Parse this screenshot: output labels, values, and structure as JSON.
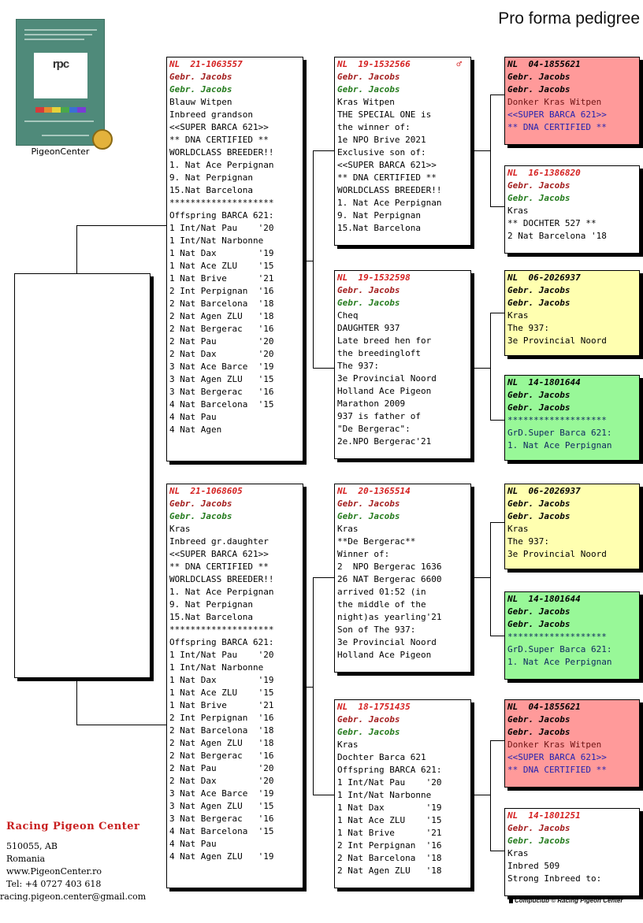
{
  "header": {
    "title": "Pro forma pedigree"
  },
  "logo": {
    "mark_text": "rpc",
    "caption": "PigeonCenter"
  },
  "colors": {
    "ring": "#d41f1f",
    "breeder_primary": "#a21d1d",
    "breeder_secondary": "#237a1c",
    "red_card": "#ff9a9a",
    "yellow_card": "#ffffb0",
    "green_card": "#98f898"
  },
  "cards": {
    "sire": {
      "ring": "NL  21-1063557",
      "sex_symbol": "",
      "breeder1": "Gebr. Jacobs",
      "breeder2": "Gebr. Jacobs",
      "lines": [
        "Blauw Witpen",
        "Inbreed grandson",
        "<<SUPER BARCA 621>>",
        "** DNA CERTIFIED **",
        "WORLDCLASS BREEDER!!",
        "1. Nat Ace Perpignan",
        "9. Nat Perpignan",
        "15.Nat Barcelona",
        "********************",
        "Offspring BARCA 621:",
        "1 Int/Nat Pau    '20",
        "1 Int/Nat Narbonne",
        "1 Nat Dax        '19",
        "1 Nat Ace ZLU    '15",
        "1 Nat Brive      '21",
        "2 Int Perpignan  '16",
        "2 Nat Barcelona  '18",
        "2 Nat Agen ZLU   '18",
        "2 Nat Bergerac   '16",
        "2 Nat Pau        '20",
        "2 Nat Dax        '20",
        "3 Nat Ace Barce  '19",
        "3 Nat Agen ZLU   '15",
        "3 Nat Bergerac   '16",
        "4 Nat Barcelona  '15",
        "4 Nat Pau",
        "4 Nat Agen"
      ]
    },
    "dam": {
      "ring": "NL  21-1068605",
      "sex_symbol": "",
      "breeder1": "Gebr. Jacobs",
      "breeder2": "Gebr. Jacobs",
      "lines": [
        "Kras",
        "Inbreed gr.daughter",
        "<<SUPER BARCA 621>>",
        "** DNA CERTIFIED **",
        "WORLDCLASS BREEDER!!",
        "1. Nat Ace Perpignan",
        "9. Nat Perpignan",
        "15.Nat Barcelona",
        "********************",
        "Offspring BARCA 621:",
        "1 Int/Nat Pau    '20",
        "1 Int/Nat Narbonne",
        "1 Nat Dax        '19",
        "1 Nat Ace ZLU    '15",
        "1 Nat Brive      '21",
        "2 Int Perpignan  '16",
        "2 Nat Barcelona  '18",
        "2 Nat Agen ZLU   '18",
        "2 Nat Bergerac   '16",
        "2 Nat Pau        '20",
        "2 Nat Dax        '20",
        "3 Nat Ace Barce  '19",
        "3 Nat Agen ZLU   '15",
        "3 Nat Bergerac   '16",
        "4 Nat Barcelona  '15",
        "4 Nat Pau",
        "4 Nat Agen ZLU   '19"
      ]
    },
    "ss": {
      "ring": "NL  19-1532566",
      "sex_symbol": "♂",
      "breeder1": "Gebr. Jacobs",
      "breeder2": "Gebr. Jacobs",
      "lines": [
        "Kras Witpen",
        "THE SPECIAL ONE is",
        "the winner of:",
        "1e NPO Brive 2021",
        "Exclusive son of:",
        "<<SUPER BARCA 621>>",
        "** DNA CERTIFIED **",
        "WORLDCLASS BREEDER!!",
        "1. Nat Ace Perpignan",
        "9. Nat Perpignan",
        "15.Nat Barcelona"
      ]
    },
    "sd": {
      "ring": "NL  19-1532598",
      "sex_symbol": "",
      "breeder1": "Gebr. Jacobs",
      "breeder2": "Gebr. Jacobs",
      "lines": [
        "Cheq",
        "DAUGHTER 937",
        "Late breed hen for",
        "the breedingloft",
        "The 937:",
        "3e Provincial Noord",
        "Holland Ace Pigeon",
        "Marathon 2009",
        "937 is father of",
        "\"De Bergerac\":",
        "2e.NPO Bergerac'21"
      ]
    },
    "ds": {
      "ring": "NL  20-1365514",
      "sex_symbol": "",
      "breeder1": "Gebr. Jacobs",
      "breeder2": "Gebr. Jacobs",
      "lines": [
        "Kras",
        "**De Bergerac**",
        "Winner of:",
        "2  NPO Bergerac 1636",
        "26 NAT Bergerac 6600",
        "arrived 01:52 (in",
        "the middle of the",
        "night)as yearling'21",
        "Son of The 937:",
        "3e Provincial Noord",
        "Holland Ace Pigeon"
      ]
    },
    "dd": {
      "ring": "NL  18-1751435",
      "sex_symbol": "",
      "breeder1": "Gebr. Jacobs",
      "breeder2": "Gebr. Jacobs",
      "lines": [
        "Kras",
        "Dochter Barca 621",
        "Offspring BARCA 621:",
        "1 Int/Nat Pau    '20",
        "1 Int/Nat Narbonne",
        "1 Nat Dax        '19",
        "1 Nat Ace ZLU    '15",
        "1 Nat Brive      '21",
        "2 Int Perpignan  '16",
        "2 Nat Barcelona  '18",
        "2 Nat Agen ZLU   '18"
      ]
    },
    "sss": {
      "ring": "NL  04-1855621",
      "sex_symbol": "",
      "breeder1": "Gebr. Jacobs",
      "breeder2": "Gebr. Jacobs",
      "lines": [
        "Donker Kras Witpen",
        "<<SUPER BARCA 621>>",
        "** DNA CERTIFIED **"
      ]
    },
    "ssd": {
      "ring": "NL  16-1386820",
      "sex_symbol": "",
      "breeder1": "Gebr. Jacobs",
      "breeder2": "Gebr. Jacobs",
      "lines": [
        "Kras",
        "** DOCHTER 527 **",
        "2 Nat Barcelona '18"
      ]
    },
    "sds": {
      "ring": "NL  06-2026937",
      "sex_symbol": "",
      "breeder1": "Gebr. Jacobs",
      "breeder2": "Gebr. Jacobs",
      "lines": [
        "Kras",
        "The 937:",
        "3e Provincial Noord"
      ]
    },
    "sdd": {
      "ring": "NL  14-1801644",
      "sex_symbol": "",
      "breeder1": "Gebr. Jacobs",
      "breeder2": "Gebr. Jacobs",
      "lines": [
        "*******************",
        "GrD.Super Barca 621:",
        "1. Nat Ace Perpignan"
      ]
    },
    "dss": {
      "ring": "NL  06-2026937",
      "sex_symbol": "",
      "breeder1": "Gebr. Jacobs",
      "breeder2": "Gebr. Jacobs",
      "lines": [
        "Kras",
        "The 937:",
        "3e Provincial Noord"
      ]
    },
    "dsd": {
      "ring": "NL  14-1801644",
      "sex_symbol": "",
      "breeder1": "Gebr. Jacobs",
      "breeder2": "Gebr. Jacobs",
      "lines": [
        "*******************",
        "GrD.Super Barca 621:",
        "1. Nat Ace Perpignan"
      ]
    },
    "dds": {
      "ring": "NL  04-1855621",
      "sex_symbol": "",
      "breeder1": "Gebr. Jacobs",
      "breeder2": "Gebr. Jacobs",
      "lines": [
        "Donker Kras Witpen",
        "<<SUPER BARCA 621>>",
        "** DNA CERTIFIED **"
      ]
    },
    "ddd": {
      "ring": "NL  14-1801251",
      "sex_symbol": "",
      "breeder1": "Gebr. Jacobs",
      "breeder2": "Gebr. Jacobs",
      "lines": [
        "Kras",
        "Inbred 509",
        "Strong Inbreed to:"
      ]
    }
  },
  "contact": {
    "company": "Racing Pigeon Center",
    "lines": [
      "510055, AB",
      "Romania",
      "www.PigeonCenter.ro",
      "Tel: +4 0727 403 618",
      "racing.pigeon.center@gmail.com"
    ]
  },
  "footer": {
    "text": "Compuclub © Racing Pigeon Center"
  }
}
